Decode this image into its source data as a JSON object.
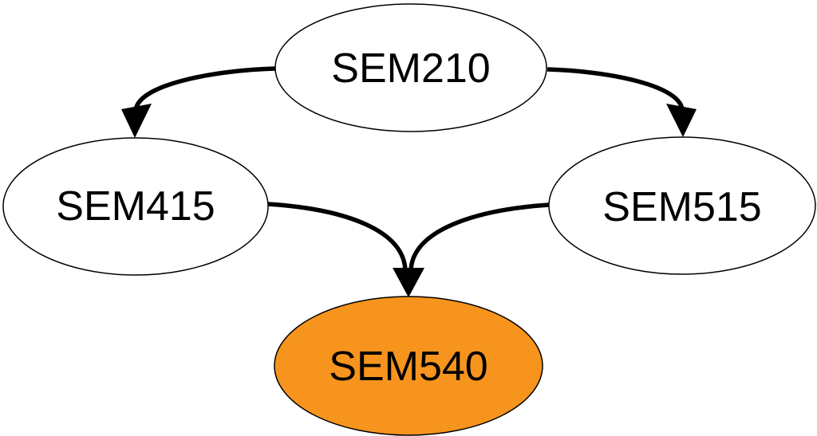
{
  "diagram": {
    "type": "directed-graph",
    "colors": {
      "background": "#ffffff",
      "node_fill": "#ffffff",
      "highlight_fill": "#f7941d",
      "node_stroke": "#000000",
      "edge": "#000000",
      "text": "#000000"
    },
    "nodes": [
      {
        "id": "SEM210",
        "label": "SEM210",
        "fill": "#ffffff",
        "highlighted": false
      },
      {
        "id": "SEM415",
        "label": "SEM415",
        "fill": "#ffffff",
        "highlighted": false
      },
      {
        "id": "SEM515",
        "label": "SEM515",
        "fill": "#ffffff",
        "highlighted": false
      },
      {
        "id": "SEM540",
        "label": "SEM540",
        "fill": "#f7941d",
        "highlighted": true
      }
    ],
    "edges": [
      {
        "from": "SEM210",
        "to": "SEM415"
      },
      {
        "from": "SEM210",
        "to": "SEM515"
      },
      {
        "from": "SEM415",
        "to": "SEM540"
      },
      {
        "from": "SEM515",
        "to": "SEM540"
      }
    ]
  }
}
